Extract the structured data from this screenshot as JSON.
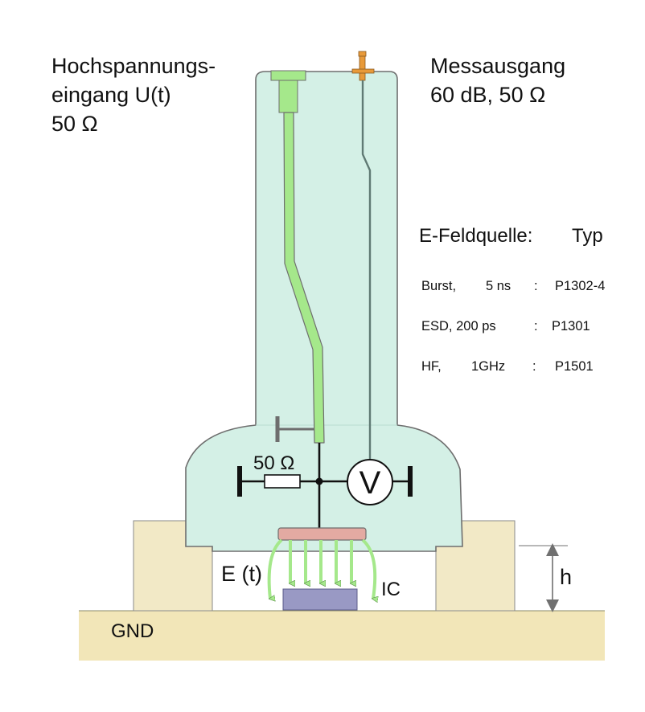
{
  "labels": {
    "input_line1": "Hochspannungs-",
    "input_line2": "eingang U(t)",
    "input_line3": "50 Ω",
    "output_line1": "Messausgang",
    "output_line2": "60 dB, 50 Ω",
    "resistor": "50 Ω",
    "voltmeter": "V",
    "efield": "E (t)",
    "ic": "IC",
    "height": "h",
    "gnd": "GND"
  },
  "source_table": {
    "header_left": "E-Feldquelle:",
    "header_right": "Typ",
    "rows": [
      {
        "signal": "Burst,",
        "param": "5 ns",
        "sep": ":",
        "type": "P1302-4"
      },
      {
        "signal": "ESD, 200 ps",
        "param": "",
        "sep": ":",
        "type": "P1301"
      },
      {
        "signal": "HF,",
        "param": "1GHz",
        "sep": ":",
        "type": "P1501"
      }
    ]
  },
  "colors": {
    "probe_body": "#d4f0e6",
    "probe_outline": "#6e6e6e",
    "inner_conductor": "#a5e88b",
    "ground_plane": "#f2e6b8",
    "spacer_block": "#f2e9c6",
    "electrode": "#e3aaa2",
    "ic_chip": "#9999c4",
    "field_arrows": "#a5e88b",
    "connector_orange": "#e89a3a"
  }
}
